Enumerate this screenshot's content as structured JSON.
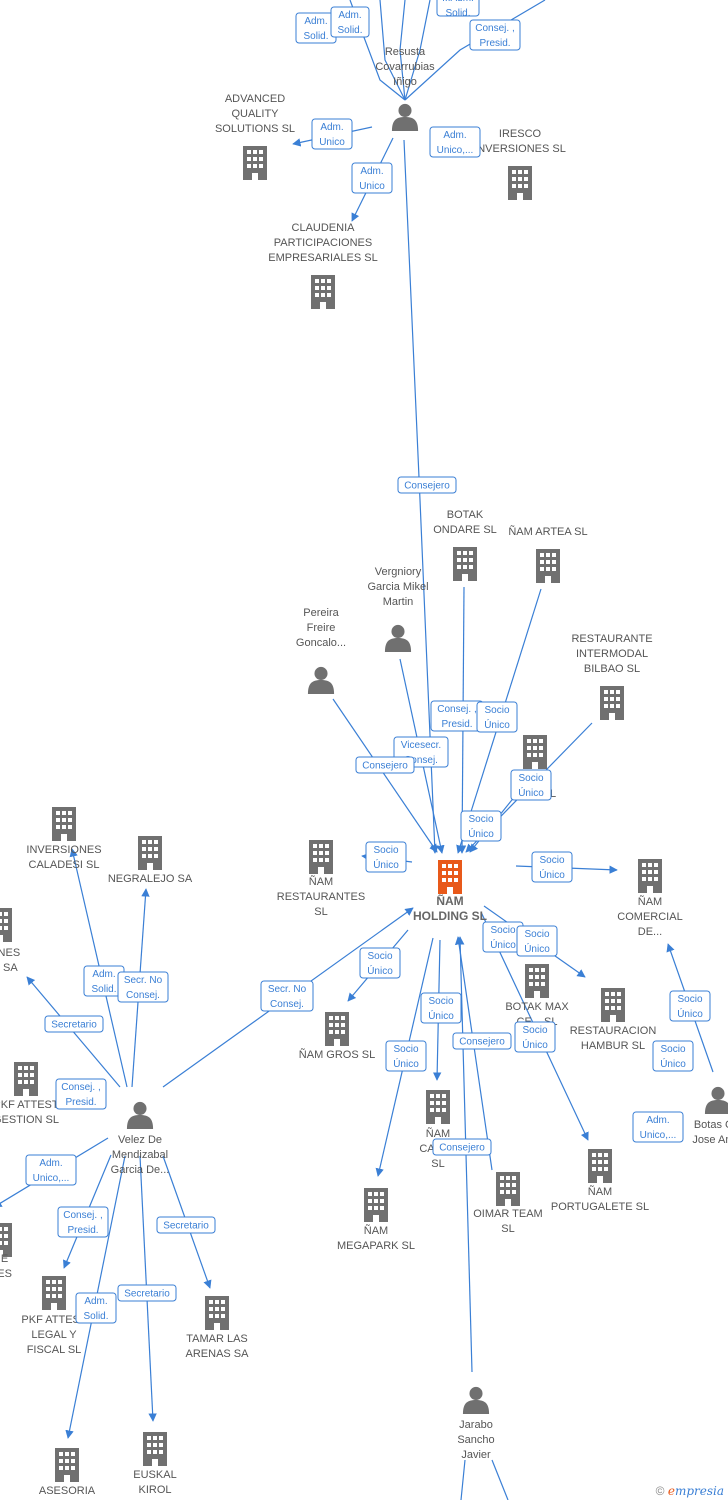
{
  "colors": {
    "edge": "#3a7fd5",
    "node": "#707070",
    "highlight": "#e8591a"
  },
  "nodes": [
    {
      "id": "resusta",
      "type": "person",
      "lines": [
        "Resusta",
        "Covarrubias",
        "Iñigo"
      ]
    },
    {
      "id": "advanced",
      "type": "company",
      "lines": [
        "ADVANCED",
        "QUALITY",
        "SOLUTIONS SL"
      ]
    },
    {
      "id": "iresco",
      "type": "company",
      "lines": [
        "IRESCO",
        "INVERSIONES SL"
      ]
    },
    {
      "id": "claudenia",
      "type": "company",
      "lines": [
        "CLAUDENIA",
        "PARTICIPACIONES",
        "EMPRESARIALES SL"
      ]
    },
    {
      "id": "botakondare",
      "type": "company",
      "lines": [
        "BOTAK",
        "ONDARE  SL"
      ]
    },
    {
      "id": "namartea",
      "type": "company",
      "lines": [
        "ÑAM ARTEA  SL"
      ]
    },
    {
      "id": "vergniory",
      "type": "person",
      "lines": [
        "Vergniory",
        "Garcia Mikel",
        "Martin"
      ]
    },
    {
      "id": "pereira",
      "type": "person",
      "lines": [
        "Pereira",
        "Freire",
        "Goncalo..."
      ]
    },
    {
      "id": "restinter",
      "type": "company",
      "lines": [
        "RESTAURANTE",
        "INTERMODAL",
        "BILBAO  SL"
      ]
    },
    {
      "id": "botakbil",
      "type": "company",
      "lines": [
        "BIL...  SL"
      ]
    },
    {
      "id": "inversionescaladesi",
      "type": "company",
      "lines": [
        "INVERSIONES",
        "CALADESI SL"
      ]
    },
    {
      "id": "negralejo",
      "type": "company",
      "lines": [
        "NEGRALEJO SA"
      ]
    },
    {
      "id": "namrestaurantes",
      "type": "company",
      "lines": [
        "ÑAM",
        "RESTAURANTES",
        "SL"
      ]
    },
    {
      "id": "namholding",
      "type": "main",
      "lines": [
        "ÑAM",
        "HOLDING  SL"
      ]
    },
    {
      "id": "namcomercial",
      "type": "company",
      "lines": [
        "ÑAM",
        "COMERCIAL",
        "DE..."
      ]
    },
    {
      "id": "ones",
      "type": "company",
      "lines": [
        "...ONES",
        "...O SA"
      ]
    },
    {
      "id": "botakmax",
      "type": "company",
      "lines": [
        "BOTAK MAX",
        "CE...  SL"
      ]
    },
    {
      "id": "restauracionhambur",
      "type": "company",
      "lines": [
        "RESTAURACION",
        "HAMBUR SL"
      ]
    },
    {
      "id": "namgros",
      "type": "company",
      "lines": [
        "ÑAM GROS  SL"
      ]
    },
    {
      "id": "pkfgestion",
      "type": "company",
      "lines": [
        "PKF ATTEST",
        "GESTION  SL"
      ]
    },
    {
      "id": "botasjose",
      "type": "person",
      "lines": [
        "Botas C...",
        "Jose Ant..."
      ]
    },
    {
      "id": "velez",
      "type": "person",
      "lines": [
        "Velez De",
        "Mendizabal",
        "Garcia De..."
      ]
    },
    {
      "id": "namcast",
      "type": "company",
      "lines": [
        "ÑAM",
        "CAST...",
        "SL"
      ]
    },
    {
      "id": "oimar",
      "type": "company",
      "lines": [
        "OIMAR TEAM",
        "SL"
      ]
    },
    {
      "id": "namportugalete",
      "type": "company",
      "lines": [
        "ÑAM",
        "PORTUGALETE SL"
      ]
    },
    {
      "id": "nammegapark",
      "type": "company",
      "lines": [
        "ÑAM",
        "MEGAPARK  SL"
      ]
    },
    {
      "id": "leftE",
      "type": "company",
      "lines": [
        "...E",
        "...ES"
      ]
    },
    {
      "id": "pkflegal",
      "type": "company",
      "lines": [
        "PKF ATTEST",
        "LEGAL Y",
        "FISCAL  SL"
      ]
    },
    {
      "id": "tamar",
      "type": "company",
      "lines": [
        "TAMAR LAS",
        "ARENAS SA"
      ]
    },
    {
      "id": "jarabo",
      "type": "person",
      "lines": [
        "Jarabo",
        "Sancho",
        "Javier"
      ]
    },
    {
      "id": "asesoria",
      "type": "company",
      "lines": [
        "ASESORIA"
      ]
    },
    {
      "id": "euskal",
      "type": "company",
      "lines": [
        "EUSKAL",
        "KIROL"
      ]
    }
  ],
  "badges": [
    {
      "id": "b1",
      "lines": [
        "Adm.",
        "Solid."
      ]
    },
    {
      "id": "b2",
      "lines": [
        "Adm.",
        "Solid."
      ]
    },
    {
      "id": "b3",
      "lines": [
        "...Adm.",
        "Solid."
      ]
    },
    {
      "id": "b4",
      "lines": [
        "Consej. ,",
        "Presid."
      ]
    },
    {
      "id": "b5",
      "lines": [
        "Adm.",
        "Unico"
      ]
    },
    {
      "id": "b6",
      "lines": [
        "Adm.",
        "Unico,..."
      ]
    },
    {
      "id": "b7",
      "lines": [
        "Adm.",
        "Unico"
      ]
    },
    {
      "id": "b8",
      "lines": [
        "Consejero"
      ]
    },
    {
      "id": "b9",
      "lines": [
        "Consej. ,",
        "Presid."
      ]
    },
    {
      "id": "b10",
      "lines": [
        "Socio",
        "Único"
      ]
    },
    {
      "id": "b11",
      "lines": [
        "Vicesecr.",
        "Consej."
      ]
    },
    {
      "id": "b12",
      "lines": [
        "Consejero"
      ]
    },
    {
      "id": "b13",
      "lines": [
        "Socio",
        "Único"
      ]
    },
    {
      "id": "b14",
      "lines": [
        "Socio",
        "Único"
      ]
    },
    {
      "id": "b15",
      "lines": [
        "Socio",
        "Único"
      ]
    },
    {
      "id": "b16",
      "lines": [
        "Socio",
        "Único"
      ]
    },
    {
      "id": "b17",
      "lines": [
        "Adm.",
        "Solid."
      ]
    },
    {
      "id": "b18",
      "lines": [
        "Secr.  No",
        "Consej."
      ]
    },
    {
      "id": "b19",
      "lines": [
        "Secretario"
      ]
    },
    {
      "id": "b20",
      "lines": [
        "Consej. ,",
        "Presid."
      ]
    },
    {
      "id": "b21",
      "lines": [
        "Secr.  No",
        "Consej."
      ]
    },
    {
      "id": "b22",
      "lines": [
        "Socio",
        "Único"
      ]
    },
    {
      "id": "b23",
      "lines": [
        "Socio",
        "Único"
      ]
    },
    {
      "id": "b24",
      "lines": [
        "Socio",
        "Único"
      ]
    },
    {
      "id": "b25",
      "lines": [
        "Socio",
        "Único"
      ]
    },
    {
      "id": "b26",
      "lines": [
        "Socio",
        "Único"
      ]
    },
    {
      "id": "b27",
      "lines": [
        "Socio",
        "Único"
      ]
    },
    {
      "id": "b28",
      "lines": [
        "Consejero"
      ]
    },
    {
      "id": "b29",
      "lines": [
        "Socio",
        "Único"
      ]
    },
    {
      "id": "b30",
      "lines": [
        "Socio",
        "Único"
      ]
    },
    {
      "id": "b31",
      "lines": [
        "Adm.",
        "Unico,..."
      ]
    },
    {
      "id": "b32",
      "lines": [
        "Consejero"
      ]
    },
    {
      "id": "b33",
      "lines": [
        "Adm.",
        "Unico,..."
      ]
    },
    {
      "id": "b34",
      "lines": [
        "Consej. ,",
        "Presid."
      ]
    },
    {
      "id": "b35",
      "lines": [
        "Secretario"
      ]
    },
    {
      "id": "b36",
      "lines": [
        "Adm.",
        "Solid."
      ]
    },
    {
      "id": "b37",
      "lines": [
        "Secretario"
      ]
    }
  ],
  "watermark": {
    "symbol": "©",
    "brand_initial": "e",
    "brand_rest": "mpresia"
  }
}
